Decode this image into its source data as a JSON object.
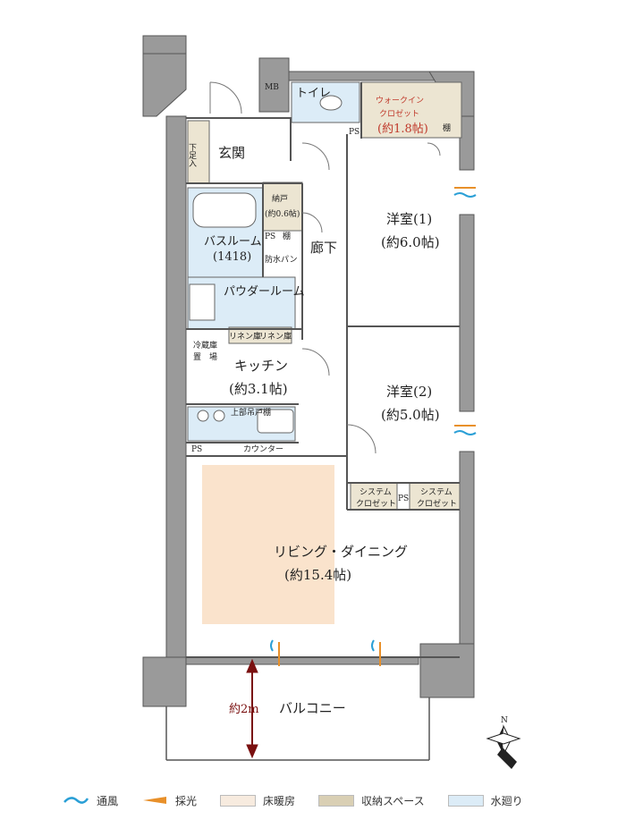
{
  "rooms": {
    "mb": "MB",
    "toilet": "トイレ",
    "wic_line1": "ウォークイン",
    "wic_line2": "クロゼット",
    "wic_size": "(約1.8帖)",
    "shelf_wic": "棚",
    "ps_wic": "PS",
    "shoe_storage": "下足入",
    "entrance": "玄関",
    "closet": "納戸",
    "closet_size": "(約0.6帖)",
    "ps_bath": "PS",
    "shelf_bath": "棚",
    "bathroom": "バスルーム",
    "bathroom_size": "(1418)",
    "waterproof_pan": "防水パン",
    "powder_room": "パウダールーム",
    "linen_1": "リネン庫",
    "linen_2": "リネン庫",
    "hallway": "廊下",
    "western1": "洋室(1)",
    "western1_size": "(約6.0帖)",
    "western2": "洋室(2)",
    "western2_size": "(約5.0帖)",
    "fridge_line1": "冷蔵庫",
    "fridge_line2": "置　場",
    "kitchen": "キッチン",
    "kitchen_size": "(約3.1帖)",
    "upper_cabinet": "上部吊戸棚",
    "ps_kitchen": "PS",
    "counter": "カウンター",
    "sys_closet_1_line1": "システム",
    "sys_closet_1_line2": "クロゼット",
    "ps_living": "PS",
    "sys_closet_2_line1": "システム",
    "sys_closet_2_line2": "クロゼット",
    "living": "リビング・ダイニング",
    "living_size": "(約15.4帖)",
    "balcony": "バルコニー",
    "balcony_depth": "約2m"
  },
  "compass": {
    "north": "N"
  },
  "legend": [
    {
      "label": "通風",
      "kind": "wave",
      "color": "#2a9fd6"
    },
    {
      "label": "採光",
      "kind": "arrow",
      "color": "#e8902a"
    },
    {
      "label": "床暖房",
      "kind": "swatch",
      "color": "#f7ebdf"
    },
    {
      "label": "収納スペース",
      "kind": "swatch",
      "color": "#d9cfb4"
    },
    {
      "label": "水廻り",
      "kind": "swatch",
      "color": "#dcecf7"
    }
  ],
  "colors": {
    "wall": "#9a9a9a",
    "floor_heating": "#fae3cc",
    "storage": "#ece5d2",
    "water": "#dcecf7",
    "depth_arrow": "#7a1010"
  }
}
